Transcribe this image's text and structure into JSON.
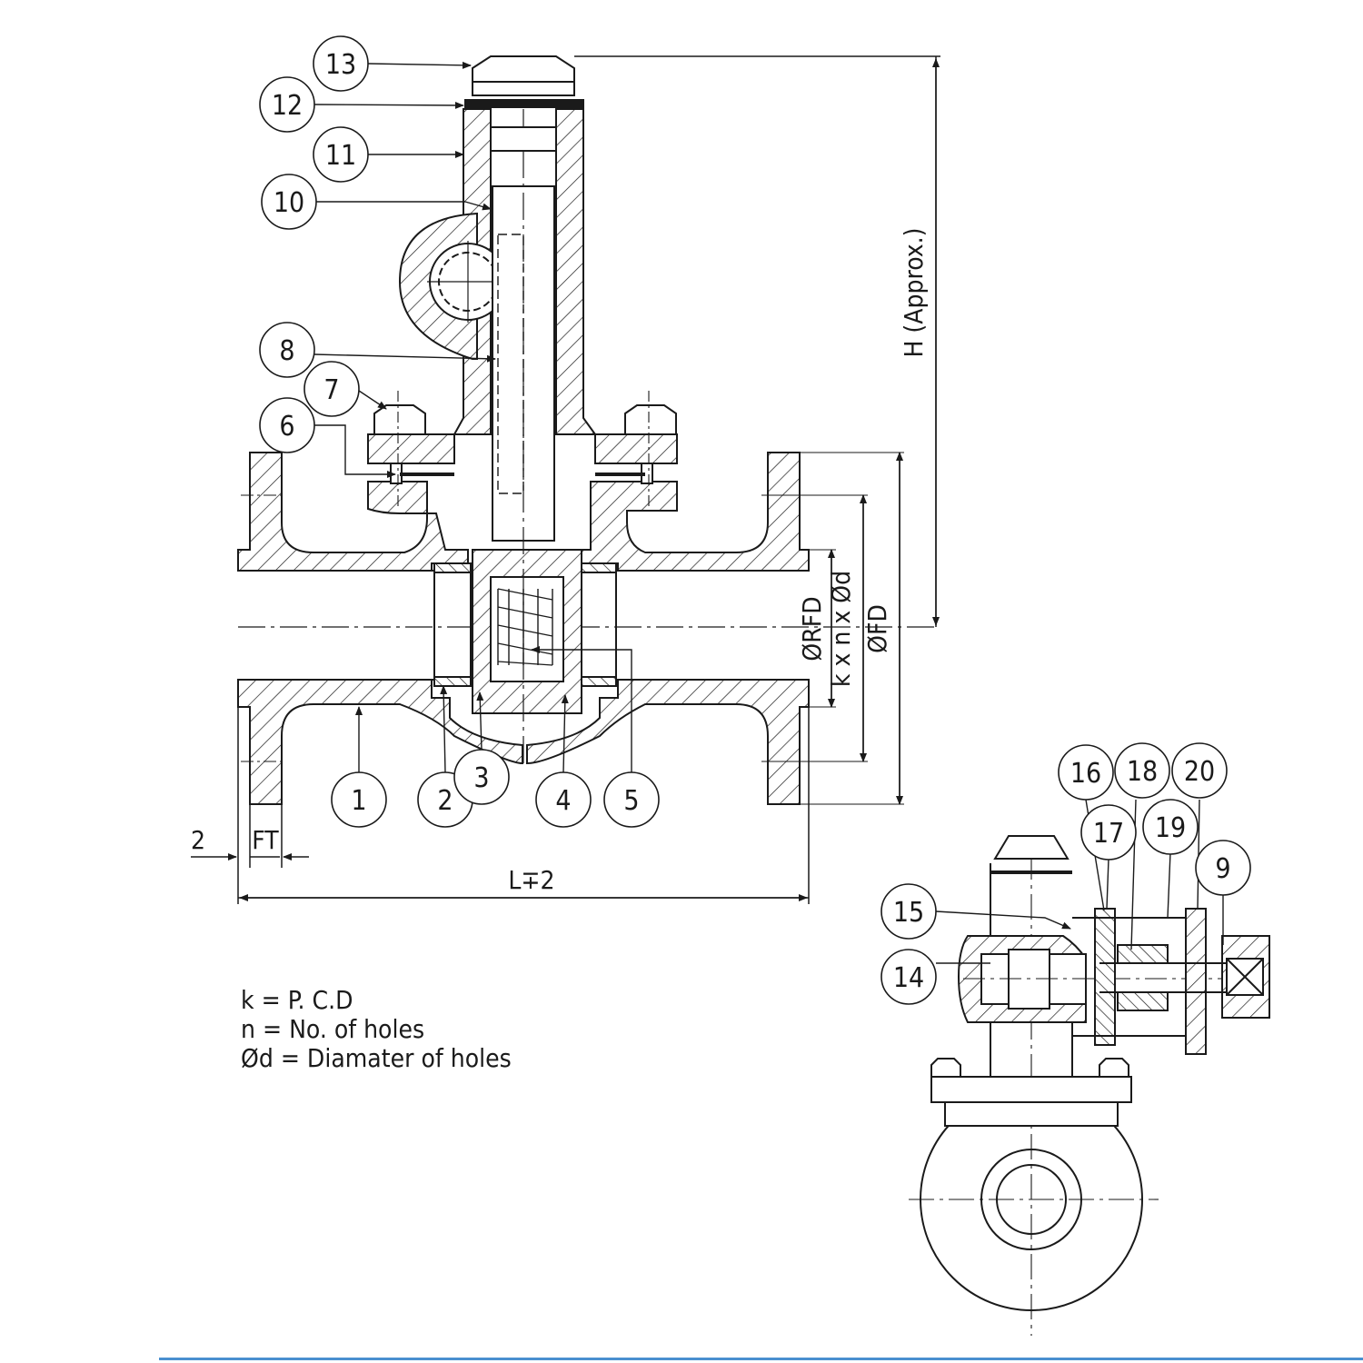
{
  "colors": {
    "line": "#1a1a1a",
    "accent": "#4a90d0"
  },
  "balloons": [
    "13",
    "12",
    "11",
    "10",
    "8",
    "7",
    "6",
    "1",
    "2",
    "3",
    "4",
    "5",
    "16",
    "18",
    "20",
    "17",
    "19",
    "9",
    "15",
    "14"
  ],
  "dimensions": {
    "height": "H (Approx.)",
    "raised_face": "ØRFD",
    "bolt_circle": "k x n x Ød",
    "flange": "ØFD",
    "face_offset": "2",
    "flange_thickness": "FT",
    "length": "L∓2"
  },
  "legend": [
    "k = P. C.D",
    "n = No. of holes",
    "Ød = Diamater of holes"
  ]
}
